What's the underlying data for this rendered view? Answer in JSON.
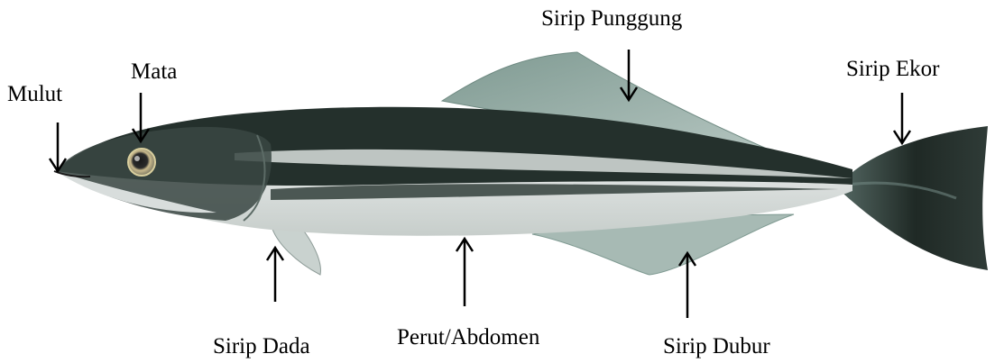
{
  "diagram": {
    "labels": {
      "mulut": "Mulut",
      "mata": "Mata",
      "sirip_punggung": "Sirip Punggung",
      "sirip_ekor": "Sirip Ekor",
      "sirip_dada": "Sirip Dada",
      "perut": "Perut/Abdomen",
      "sirip_dubur": "Sirip Dubur"
    },
    "colors": {
      "dark_back": "#24302c",
      "silver_belly": "#dfe3e2",
      "fin_green": "#8fa8a0",
      "pale_stripe": "#cfd6d3",
      "tail_dark": "#1f2925",
      "arrow": "#000000"
    }
  }
}
